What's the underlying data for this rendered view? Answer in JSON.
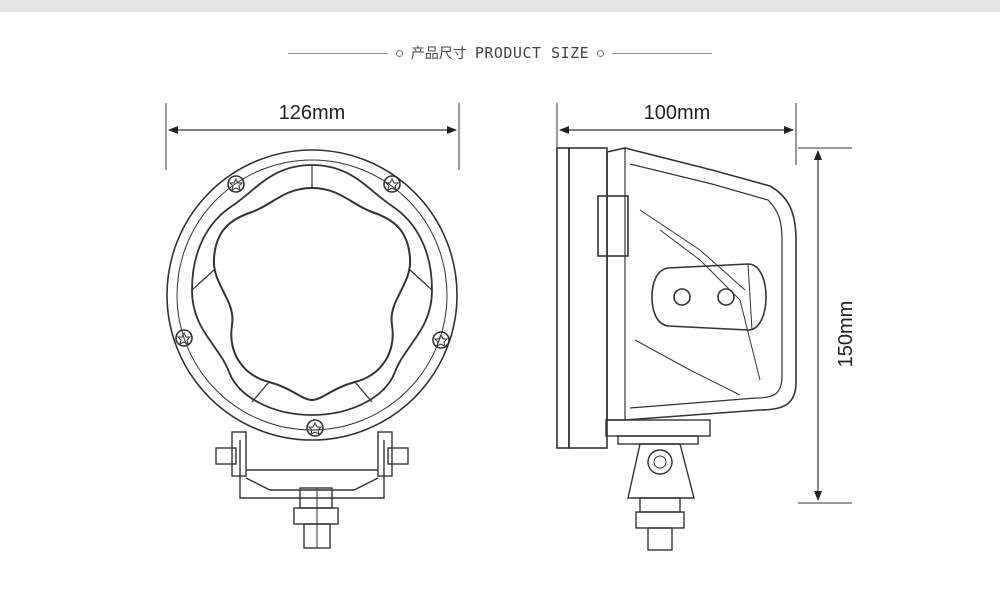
{
  "header": {
    "title_cn": "产品尺寸",
    "title_en": "PRODUCT SIZE"
  },
  "dimensions": {
    "front_width": "126mm",
    "side_depth": "100mm",
    "side_height": "150mm"
  },
  "colors": {
    "line": "#333333",
    "top_bar": "#e4e4e4",
    "background": "#ffffff"
  }
}
